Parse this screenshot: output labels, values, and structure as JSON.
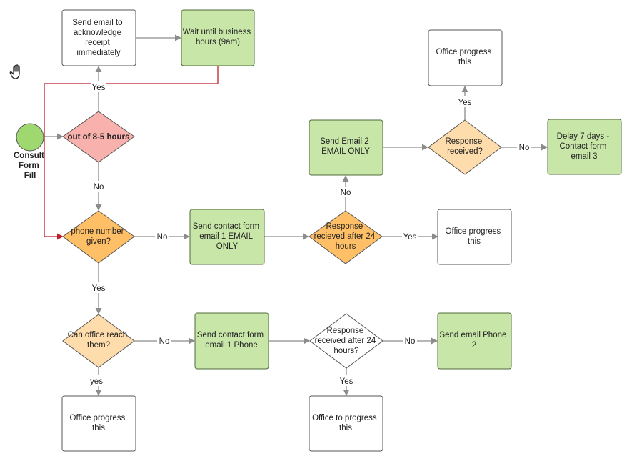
{
  "colors": {
    "green_fill": "#c8e6a8",
    "green_stroke": "#4f6b3a",
    "white_fill": "#ffffff",
    "box_stroke": "#555555",
    "orange_fill": "#ffbf66",
    "pale_orange_fill": "#ffdcab",
    "pink_fill": "#f8b1ad",
    "start_fill": "#9ed86f",
    "arrow": "#8c8c8c",
    "red_arrow": "#c0202c"
  },
  "toolbar": {
    "pan_tool_icon": "hand-icon"
  },
  "start": {
    "label": [
      "Consult",
      "Form",
      "Fill"
    ]
  },
  "nodes": {
    "send_ack_email": [
      "Send email to",
      "acknowledge",
      "receipt",
      "immediately"
    ],
    "wait_business_hours": [
      "Wait until business",
      "hours (9am)"
    ],
    "out_of_hours": [
      "out of 8-5 hours"
    ],
    "phone_given": [
      "phone number",
      "given?"
    ],
    "contact_email_1_only": [
      "Send contact form",
      "email 1 EMAIL",
      "ONLY"
    ],
    "response_after_24_mid": [
      "Response",
      "recieved after 24",
      "hours"
    ],
    "office_progress_mid": [
      "Office progress",
      "this"
    ],
    "send_email_2": [
      "Send Email 2",
      "EMAIL ONLY"
    ],
    "response_received_top": [
      "Response",
      "received?"
    ],
    "office_progress_top": [
      "Office progress",
      "this"
    ],
    "delay_7_days": [
      "Delay 7 days -",
      "Contact form",
      "email 3"
    ],
    "can_office_reach": [
      "Can office reach",
      "them?"
    ],
    "contact_email_1_phone": [
      "Send contact form",
      "email 1 Phone"
    ],
    "response_after_24_bottom": [
      "Response",
      "received after 24",
      "hours?"
    ],
    "send_email_phone_2": [
      "Send email Phone",
      "2"
    ],
    "office_progress_bottom_left": [
      "Office progress",
      "this"
    ],
    "office_to_progress": [
      "Office to progress",
      "this"
    ]
  },
  "edge_labels": {
    "out_of_hours_yes": "Yes",
    "out_of_hours_no": "No",
    "phone_given_no": "No",
    "phone_given_yes": "Yes",
    "response_mid_yes": "Yes",
    "response_mid_no": "No",
    "response_top_yes": "Yes",
    "response_top_no": "No",
    "can_reach_no": "No",
    "can_reach_yes": "yes",
    "response_bottom_no": "No",
    "response_bottom_yes": "Yes"
  }
}
